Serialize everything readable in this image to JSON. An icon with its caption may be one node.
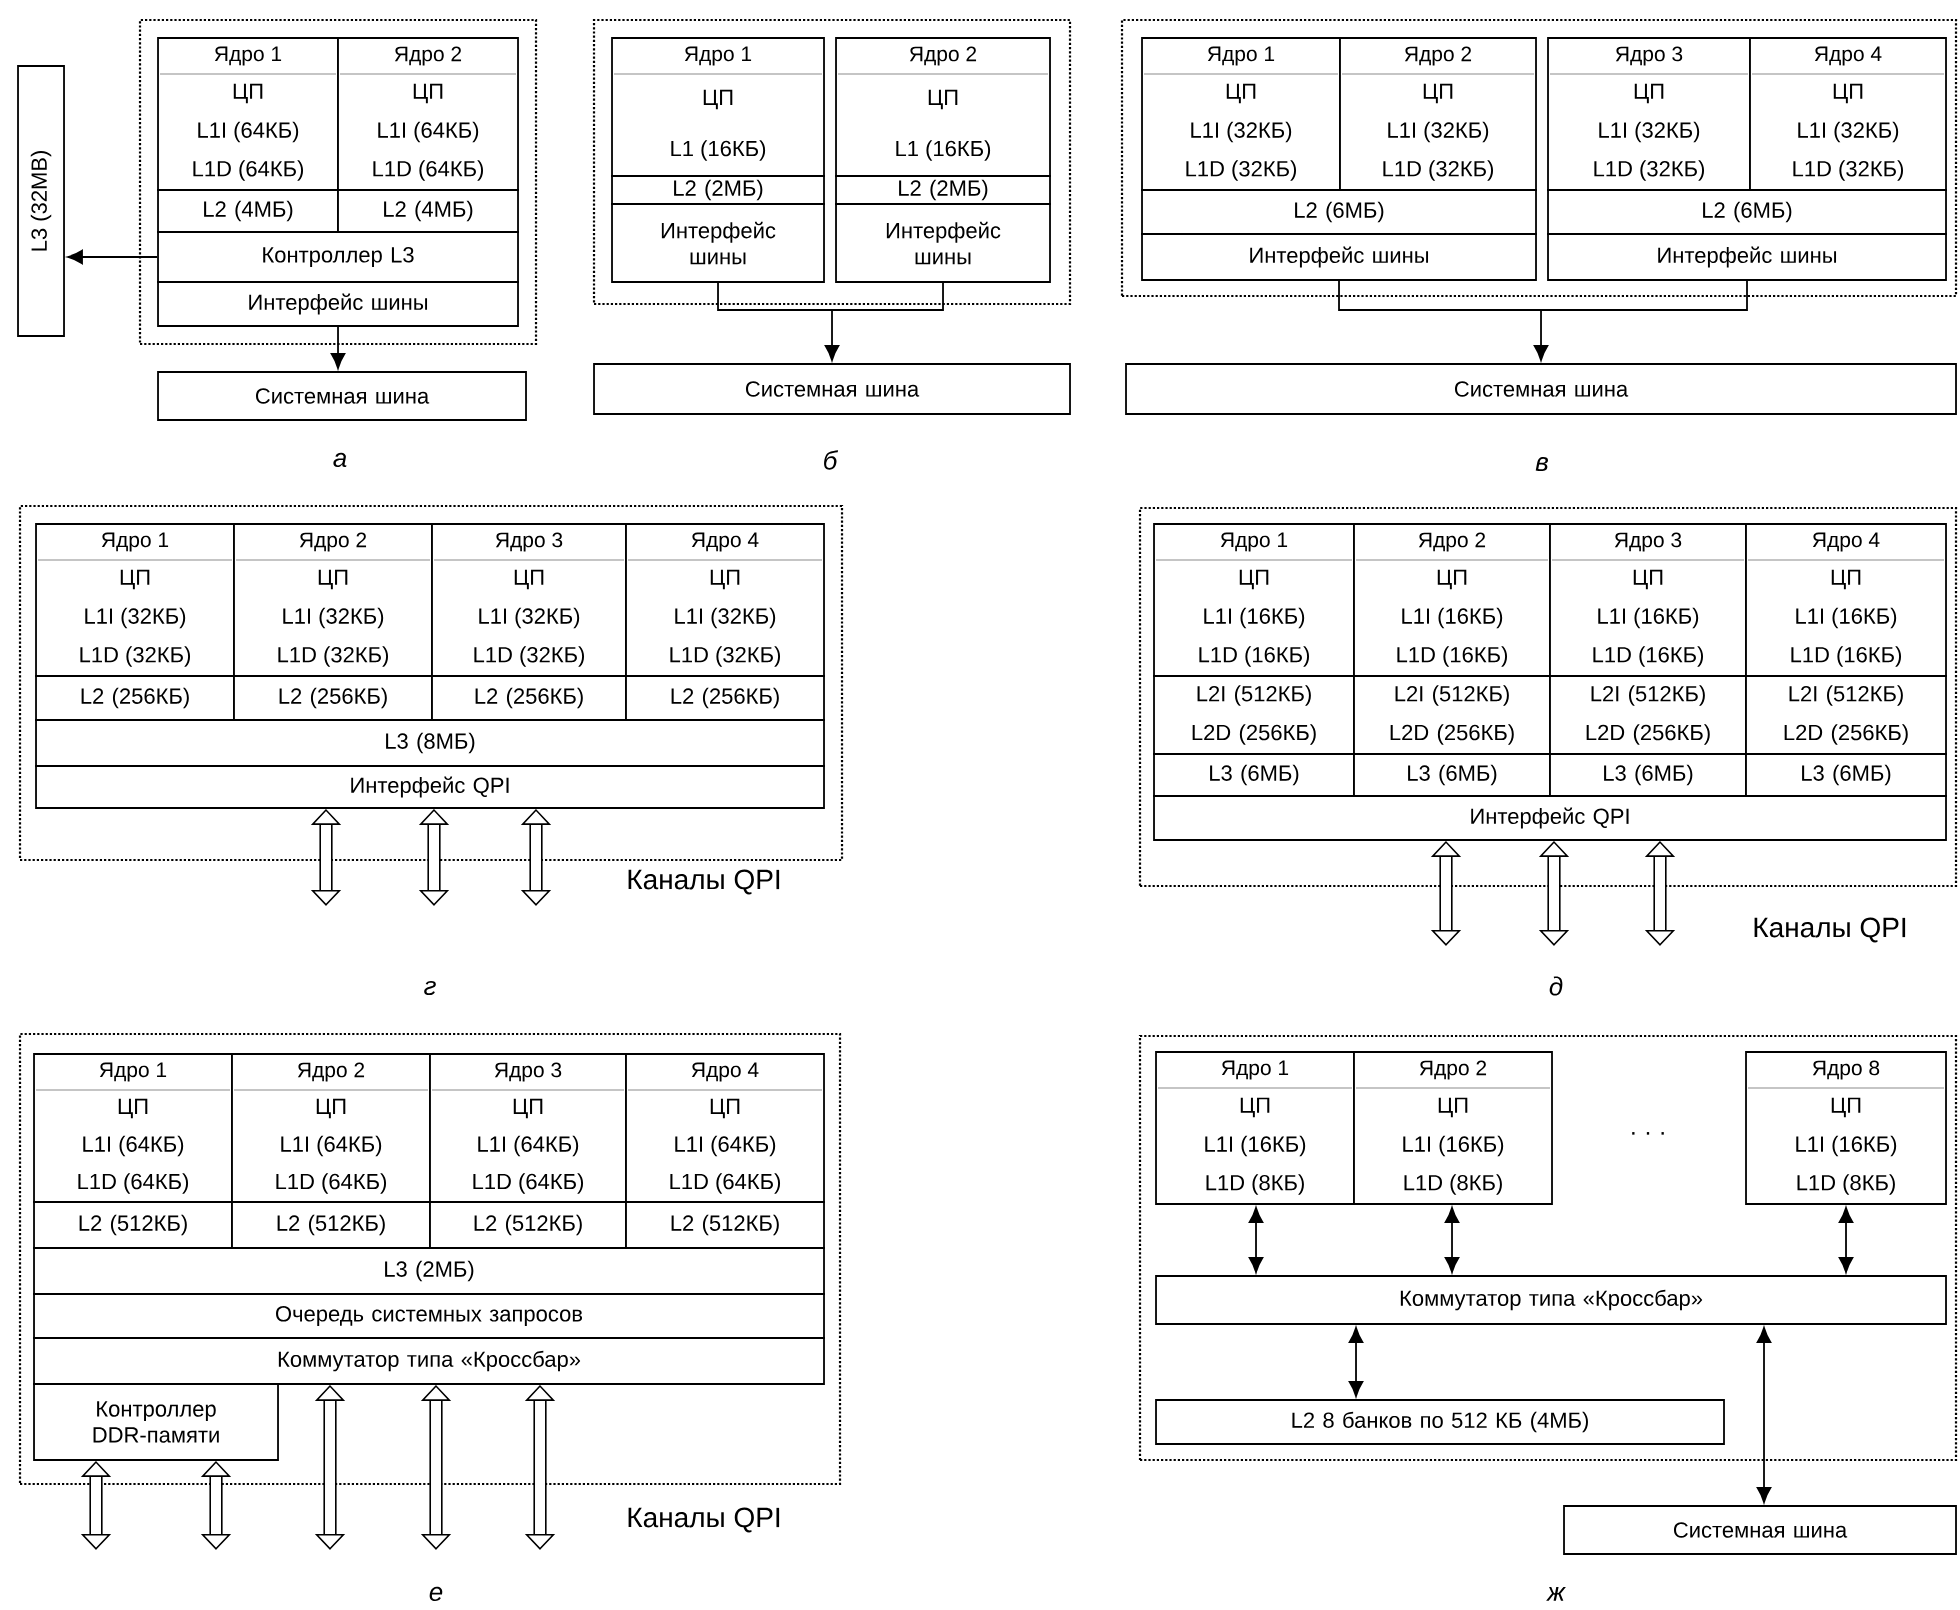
{
  "diagram": {
    "nodes": [
      {
        "text": [],
        "shape": "box"
      },
      {
        "text": [
          "Ядро 1",
          "ЦП",
          "L1I (64КБ)",
          "L1D (64КБ)"
        ],
        "in": 0
      },
      {
        "text": [
          "Ядро 2",
          "ЦП",
          "L1I (64КБ)",
          "L1D (64КБ)"
        ],
        "in": 0
      },
      {
        "text": [
          "L2 (4МБ)"
        ],
        "in": 0
      },
      {
        "text": [
          "L2 (4МБ)"
        ],
        "in": 0
      },
      {
        "text": [
          "Контроллер L3"
        ],
        "in": 0
      },
      {
        "text": [
          "Интерфейс шины"
        ],
        "in": 0
      },
      {
        "text": [
          "L3 (32MB)"
        ]
      },
      {
        "text": [
          "Системная шина"
        ]
      },
      {
        "text": [],
        "shape": "box"
      },
      {
        "text": [
          "Ядро 1",
          "ЦП",
          "L1 (16КБ)"
        ],
        "in": 9
      },
      {
        "text": [
          "Ядро 2",
          "ЦП",
          "L1 (16КБ)"
        ],
        "in": 9
      },
      {
        "text": [
          "L2 (2МБ)"
        ],
        "in": 9
      },
      {
        "text": [
          "L2 (2МБ)"
        ],
        "in": 9
      },
      {
        "text": [
          "Интерфейс шины"
        ],
        "in": 9
      },
      {
        "text": [
          "Интерфейс шины"
        ],
        "in": 9
      },
      {
        "text": [
          "Системная шина"
        ]
      },
      {
        "text": [],
        "shape": "box"
      },
      {
        "text": [
          "Ядро 1",
          "ЦП",
          "L1I (32КБ)",
          "L1D (32КБ)"
        ],
        "in": 17
      },
      {
        "text": [
          "Ядро 2",
          "ЦП",
          "L1I (32КБ)",
          "L1D (32КБ)"
        ],
        "in": 17
      },
      {
        "text": [
          "Ядро 3",
          "ЦП",
          "L1I (32КБ)",
          "L1D (32КБ)"
        ],
        "in": 17
      },
      {
        "text": [
          "Ядро 4",
          "ЦП",
          "L1I (32КБ)",
          "L1D (32КБ)"
        ],
        "in": 17
      },
      {
        "text": [
          "L2 (6МБ)"
        ],
        "in": 17
      },
      {
        "text": [
          "L2 (6МБ)"
        ],
        "in": 17
      },
      {
        "text": [
          "Интерфейс шины"
        ],
        "in": 17
      },
      {
        "text": [
          "Интерфейс шины"
        ],
        "in": 17
      },
      {
        "text": [
          "Системная шина"
        ]
      },
      {
        "text": [],
        "shape": "box"
      },
      {
        "text": [
          "Ядро 1",
          "ЦП",
          "L1I (32КБ)",
          "L1D (32КБ)"
        ],
        "in": 27
      },
      {
        "text": [
          "Ядро 2",
          "ЦП",
          "L1I (32КБ)",
          "L1D (32КБ)"
        ],
        "in": 27
      },
      {
        "text": [
          "Ядро 3",
          "ЦП",
          "L1I (32КБ)",
          "L1D (32КБ)"
        ],
        "in": 27
      },
      {
        "text": [
          "Ядро 4",
          "ЦП",
          "L1I (32КБ)",
          "L1D (32КБ)"
        ],
        "in": 27
      },
      {
        "text": [
          "L2 (256КБ)"
        ],
        "in": 27
      },
      {
        "text": [
          "L2 (256КБ)"
        ],
        "in": 27
      },
      {
        "text": [
          "L2 (256КБ)"
        ],
        "in": 27
      },
      {
        "text": [
          "L2 (256КБ)"
        ],
        "in": 27
      },
      {
        "text": [
          "L3 (8МБ)"
        ],
        "in": 27
      },
      {
        "text": [
          "Интерфейс QPI"
        ],
        "in": 27
      },
      {
        "text": [],
        "shape": "box"
      },
      {
        "text": [
          "Ядро 1",
          "ЦП",
          "L1I (16КБ)",
          "L1D (16КБ)"
        ],
        "in": 38
      },
      {
        "text": [
          "Ядро 2",
          "ЦП",
          "L1I (16КБ)",
          "L1D (16КБ)"
        ],
        "in": 38
      },
      {
        "text": [
          "Ядро 3",
          "ЦП",
          "L1I (16КБ)",
          "L1D (16КБ)"
        ],
        "in": 38
      },
      {
        "text": [
          "Ядро 4",
          "ЦП",
          "L1I (16КБ)",
          "L1D (16КБ)"
        ],
        "in": 38
      },
      {
        "text": [
          "L2I (512КБ)",
          "L2D (256КБ)"
        ],
        "in": 38
      },
      {
        "text": [
          "L2I (512КБ)",
          "L2D (256КБ)"
        ],
        "in": 38
      },
      {
        "text": [
          "L2I (512КБ)",
          "L2D (256КБ)"
        ],
        "in": 38
      },
      {
        "text": [
          "L2I (512КБ)",
          "L2D (256КБ)"
        ],
        "in": 38
      },
      {
        "text": [
          "L3 (6МБ)"
        ],
        "in": 38
      },
      {
        "text": [
          "L3 (6МБ)"
        ],
        "in": 38
      },
      {
        "text": [
          "L3 (6МБ)"
        ],
        "in": 38
      },
      {
        "text": [
          "L3 (6МБ)"
        ],
        "in": 38
      },
      {
        "text": [
          "Интерфейс QPI"
        ],
        "in": 38
      },
      {
        "text": [],
        "shape": "box"
      },
      {
        "text": [
          "Ядро 1",
          "ЦП",
          "L1I (64КБ)",
          "L1D (64КБ)"
        ],
        "in": 52
      },
      {
        "text": [
          "Ядро 2",
          "ЦП",
          "L1I (64КБ)",
          "L1D (64КБ)"
        ],
        "in": 52
      },
      {
        "text": [
          "Ядро 3",
          "ЦП",
          "L1I (64КБ)",
          "L1D (64КБ)"
        ],
        "in": 52
      },
      {
        "text": [
          "Ядро 4",
          "ЦП",
          "L1I (64КБ)",
          "L1D (64КБ)"
        ],
        "in": 52
      },
      {
        "text": [
          "L2 (512КБ)"
        ],
        "in": 52
      },
      {
        "text": [
          "L2 (512КБ)"
        ],
        "in": 52
      },
      {
        "text": [
          "L2 (512КБ)"
        ],
        "in": 52
      },
      {
        "text": [
          "L2 (512КБ)"
        ],
        "in": 52
      },
      {
        "text": [
          "L3 (2МБ)"
        ],
        "in": 52
      },
      {
        "text": [
          "Очередь системных запросов"
        ],
        "in": 52
      },
      {
        "text": [
          "Коммутатор типа «Кроссбар»"
        ],
        "in": 52
      },
      {
        "text": [
          "Контроллер DDR-памяти"
        ],
        "in": 52
      },
      {
        "text": [],
        "shape": "box"
      },
      {
        "text": [
          "Ядро 1",
          "ЦП",
          "L1I (16КБ)",
          "L1D (8КБ)"
        ],
        "in": 65
      },
      {
        "text": [
          "Ядро 2",
          "ЦП",
          "L1I (16КБ)",
          "L1D (8КБ)"
        ],
        "in": 65
      },
      {
        "text": [
          "Ядро 8",
          "ЦП",
          "L1I (16КБ)",
          "L1D (8КБ)"
        ],
        "in": 65
      },
      {
        "text": [
          "Коммутатор типа «Кроссбар»"
        ],
        "in": 65
      },
      {
        "text": [
          "L2 8 банков по 512 КБ (4МБ)"
        ],
        "in": 65
      },
      {
        "text": [
          "Системная шина"
        ]
      }
    ],
    "edges": [
      {
        "from": 5,
        "to": 7,
        "arrow": "to"
      },
      {
        "from": 6,
        "to": 8,
        "arrow": "to"
      },
      {
        "from": 14,
        "to": 16,
        "arrow": "to"
      },
      {
        "from": 15,
        "to": 16,
        "arrow": "to"
      },
      {
        "from": 24,
        "to": 26,
        "arrow": "to"
      },
      {
        "from": 25,
        "to": 26,
        "arrow": "to"
      },
      {
        "from": 37,
        "to": null,
        "arrow": "both",
        "style": "thick"
      },
      {
        "from": 37,
        "to": null,
        "arrow": "both",
        "style": "thick"
      },
      {
        "from": 37,
        "to": null,
        "arrow": "both",
        "style": "thick"
      },
      {
        "from": 51,
        "to": null,
        "arrow": "both",
        "style": "thick"
      },
      {
        "from": 51,
        "to": null,
        "arrow": "both",
        "style": "thick"
      },
      {
        "from": 51,
        "to": null,
        "arrow": "both",
        "style": "thick"
      },
      {
        "from": 64,
        "to": null,
        "arrow": "both",
        "style": "thick"
      },
      {
        "from": 64,
        "to": null,
        "arrow": "both",
        "style": "thick"
      },
      {
        "from": 63,
        "to": null,
        "arrow": "both",
        "style": "thick"
      },
      {
        "from": 63,
        "to": null,
        "arrow": "both",
        "style": "thick"
      },
      {
        "from": 63,
        "to": null,
        "arrow": "both",
        "style": "thick"
      },
      {
        "from": 66,
        "to": 69,
        "arrow": "both"
      },
      {
        "from": 67,
        "to": 69,
        "arrow": "both"
      },
      {
        "from": 68,
        "to": 69,
        "arrow": "both"
      },
      {
        "from": 69,
        "to": 70,
        "arrow": "both"
      },
      {
        "from": 69,
        "to": 71,
        "arrow": "both"
      }
    ],
    "labels": [
      "а",
      "б",
      "в",
      "Каналы QPI",
      "г",
      "Каналы QPI",
      "д",
      "Каналы QPI",
      "е",
      "· · ·",
      "ж"
    ]
  }
}
